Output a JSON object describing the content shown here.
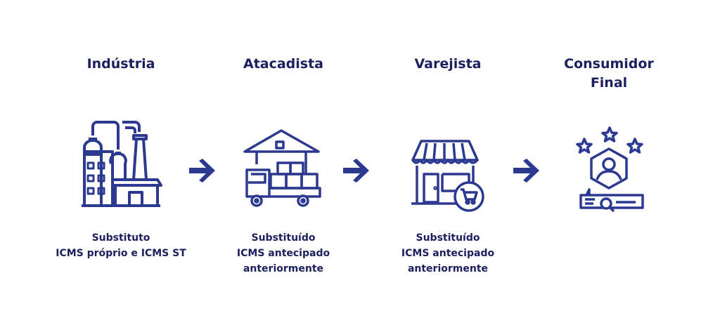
{
  "accent_color": "#2b3990",
  "text_color": "#1b1f5e",
  "stages": [
    {
      "title": [
        "Indústria"
      ],
      "icon": "factory-icon",
      "description": [
        "Substituto",
        "ICMS próprio e ICMS ST"
      ]
    },
    {
      "title": [
        "Atacadista"
      ],
      "icon": "warehouse-truck-icon",
      "description": [
        "Substituído",
        "ICMS antecipado",
        "anteriormente"
      ]
    },
    {
      "title": [
        "Varejista"
      ],
      "icon": "store-cart-icon",
      "description": [
        "Substituído",
        "ICMS antecipado",
        "anteriormente"
      ]
    },
    {
      "title": [
        "Consumidor",
        "Final"
      ],
      "icon": "customer-rating-icon",
      "description": []
    }
  ],
  "arrows": [
    "arrow-right-icon",
    "arrow-right-icon",
    "arrow-right-icon"
  ]
}
